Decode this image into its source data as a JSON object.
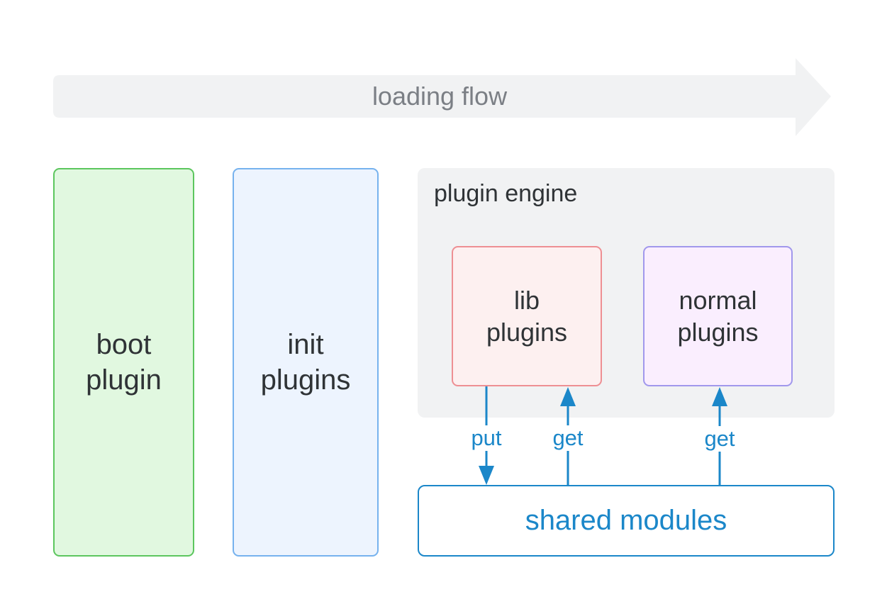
{
  "flow": {
    "label": "loading flow"
  },
  "boot": {
    "lines": [
      "boot",
      "plugin"
    ]
  },
  "init": {
    "lines": [
      "init",
      "plugins"
    ]
  },
  "engine": {
    "title": "plugin engine",
    "lib": {
      "lines": [
        "lib",
        "plugins"
      ]
    },
    "normal": {
      "lines": [
        "normal",
        "plugins"
      ]
    }
  },
  "shared": {
    "label": "shared modules"
  },
  "connectors": {
    "put_label": "put",
    "get_label_lib": "get",
    "get_label_normal": "get"
  },
  "colors": {
    "flow_arrow": "#f1f2f3",
    "flow_text": "#7b7f85",
    "boot_fill": "#e1f8e0",
    "boot_border": "#5cc65e",
    "init_fill": "#edf4fe",
    "init_border": "#76b2ee",
    "engine_fill": "#f1f2f3",
    "lib_fill": "#fdf0f0",
    "lib_border": "#ee8f93",
    "normal_fill": "#faeefe",
    "normal_border": "#a198ec",
    "shared_accent": "#1b87c9"
  }
}
